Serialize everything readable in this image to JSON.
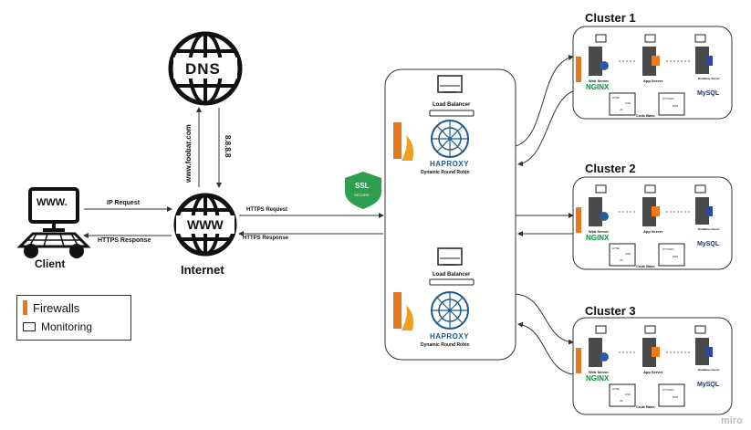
{
  "dns": {
    "label": "DNS"
  },
  "client": {
    "label": "Client",
    "screen_text": "WWW."
  },
  "internet": {
    "label": "Internet",
    "globe_text": "WWW"
  },
  "arrows": {
    "domain": "www.foobar.com",
    "ip": "8.8.8.8",
    "ip_request": "IP Request",
    "https_response_client": "HTTPS Response",
    "https_request": "HTTPS Request",
    "https_response": "HTTPS Response"
  },
  "ssl": {
    "badge": "SSL",
    "sub": "SECURE"
  },
  "load_balancers": [
    {
      "title": "Load Balancer",
      "brand": "HAPROXY",
      "mode": "Dynamic Round Robin"
    },
    {
      "title": "Load Balancer",
      "brand": "HAPROXY",
      "mode": "Dynamic Round Robin"
    }
  ],
  "clusters": [
    {
      "name": "Cluster 1"
    },
    {
      "name": "Cluster 2"
    },
    {
      "name": "Cluster 3"
    }
  ],
  "cluster_labels": {
    "web_server": "Web Server",
    "nginx": "NGINX",
    "app_server": "App Server",
    "db_server": "DataBase Server",
    "code_base": "Code Base",
    "mysql": "MySQL",
    "html": "HTML",
    "css": "CSS",
    "js": "JS",
    "python": "PYTHON",
    "php": "PHP"
  },
  "legend": {
    "firewalls": "Firewalls",
    "monitoring": "Monitoring"
  },
  "watermark": "miro",
  "colors": {
    "firewall": "#e8781f",
    "haproxy": "#1d5a8c",
    "nginx": "#009639",
    "ssl": "#2e9e4f",
    "server": "#4a4a4a",
    "app": "#f07a1e",
    "db": "#2a4a9a"
  }
}
